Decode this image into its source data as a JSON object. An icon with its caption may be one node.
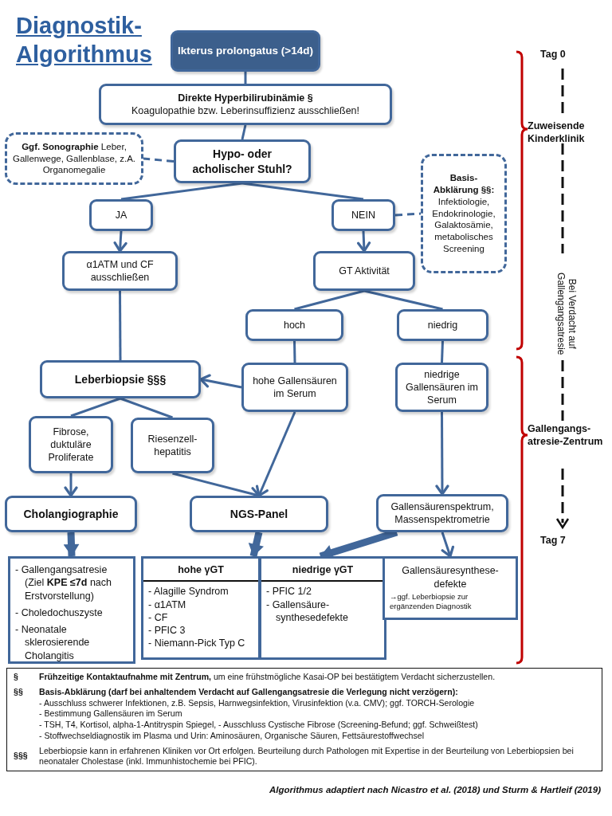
{
  "diagram": {
    "title": "Diagnostik-Algorithmus",
    "caption": "Algorithmus adaptiert nach Nicastro et al. (2018) und Sturm & Hartleif (2019)",
    "nodes": [
      {
        "text": [
          "Ikterus prolongatus (>14d)"
        ]
      },
      {
        "text": [
          "Direkte Hyperbilirubinämie §",
          "Koagulopathie bzw. Leberinsuffizienz ausschließen!"
        ]
      },
      {
        "text": [
          "**Ggf. Sonographie** Leber, Gallenwege, Gallenblase, z.A. Organomegalie"
        ]
      },
      {
        "text": [
          "Hypo- oder acholischer Stuhl?"
        ]
      },
      {
        "text": [
          "JA"
        ]
      },
      {
        "text": [
          "NEIN"
        ]
      },
      {
        "text": [
          "Basis-Abklärung §§:",
          "Infektiologie, Endokrinologie, Galaktosämie, metabolisches Screening"
        ]
      },
      {
        "text": [
          "α1ATM und CF ausschließen"
        ]
      },
      {
        "text": [
          "GT Aktivität"
        ]
      },
      {
        "text": [
          "hoch"
        ]
      },
      {
        "text": [
          "niedrig"
        ]
      },
      {
        "text": [
          "Leberbiopsie §§§"
        ]
      },
      {
        "text": [
          "hohe Gallensäuren im Serum"
        ]
      },
      {
        "text": [
          "niedrige Gallensäuren im Serum"
        ]
      },
      {
        "text": [
          "Fibrose, duktuläre Proliferate"
        ]
      },
      {
        "text": [
          "Riesenzell-hepatitis"
        ]
      },
      {
        "text": [
          "Cholangiographie"
        ]
      },
      {
        "text": [
          "NGS-Panel"
        ]
      },
      {
        "text": [
          "Gallensäurenspektrum, Massenspektrometrie"
        ]
      },
      {
        "text": [
          "- Gallengangsatresie (Ziel **KPE ≤7d** nach Erstvorstellung)",
          "- Choledochuszyste",
          "- Neonatale sklerosierende Cholangitis"
        ]
      },
      {
        "text": [
          "hohe γGT",
          "- Alagille Syndrom",
          "- α1ATM",
          "- CF",
          "- PFIC 3",
          "- Niemann-Pick Typ C"
        ]
      },
      {
        "text": [
          "niedrige γGT",
          "- PFIC 1/2",
          "- Gallensäure-synthesedefekte"
        ]
      },
      {
        "text": [
          "Gallensäuresynthese-defekte",
          "→ggf. Leberbiopsie zur ergänzenden Diagnostik"
        ]
      },
      {
        "text": [
          "§",
          "**Frühzeitige Kontaktaufnahme mit Zentrum,** um eine frühstmögliche Kasai-OP bei bestätigtem Verdacht sicherzustellen.",
          "§§",
          "Basis-Abklärung (darf bei anhaltendem Verdacht auf Gallengangsatresie die Verlegung nicht verzögern):",
          "- Ausschluss schwerer Infektionen, z.B. Sepsis, Harnwegsinfektion, Virusinfektion (v.a. CMV); ggf. TORCH-Serologie",
          "- Bestimmung Gallensäuren im Serum",
          "- TSH, T4, Kortisol, alpha-1-Antitryspin Spiegel, - Ausschluss Cystische Fibrose (Screening-Befund; ggf. Schweißtest)",
          "- Stoffwechseldiagnostik im Plasma und Urin: Aminosäuren, Organische Säuren, Fettsäurestoffwechsel",
          "§§§",
          "Leberbiopsie kann in erfahrenen Kliniken vor Ort erfolgen. Beurteilung durch Pathologen mit Expertise in der Beurteilung von Leberbiopsien bei neonataler Cholestase (inkl. Immunhistochemie bei PFIC)."
        ]
      }
    ],
    "edges": [
      {
        "from": 0,
        "to": 1,
        "arrow": "none"
      },
      {
        "from": 1,
        "to": 3,
        "arrow": "none"
      },
      {
        "from": 3,
        "to": 2,
        "arrow": "none",
        "style": "dashed"
      },
      {
        "from": 3,
        "to": 4,
        "arrow": "none"
      },
      {
        "from": 3,
        "to": 5,
        "arrow": "none"
      },
      {
        "from": 5,
        "to": 6,
        "arrow": "none",
        "style": "dashed"
      },
      {
        "from": 4,
        "to": 7,
        "arrow": "to"
      },
      {
        "from": 5,
        "to": 8,
        "arrow": "to"
      },
      {
        "from": 7,
        "to": 11,
        "arrow": "none"
      },
      {
        "from": 8,
        "to": 9,
        "arrow": "none"
      },
      {
        "from": 8,
        "to": 10,
        "arrow": "none"
      },
      {
        "from": 9,
        "to": 12,
        "arrow": "none"
      },
      {
        "from": 10,
        "to": 13,
        "arrow": "none"
      },
      {
        "from": 12,
        "to": 11,
        "arrow": "to"
      },
      {
        "from": 12,
        "to": 17,
        "arrow": "to"
      },
      {
        "from": 11,
        "to": 14,
        "arrow": "none"
      },
      {
        "from": 11,
        "to": 15,
        "arrow": "none"
      },
      {
        "from": 14,
        "to": 16,
        "arrow": "to"
      },
      {
        "from": 15,
        "to": 17,
        "arrow": "to"
      },
      {
        "from": 13,
        "to": 18,
        "arrow": "to"
      },
      {
        "from": 16,
        "to": 19,
        "arrow": "to",
        "style": "thick"
      },
      {
        "from": 17,
        "to": 20,
        "arrow": "to",
        "style": "thick"
      },
      {
        "from": 18,
        "to": 21,
        "arrow": "to",
        "style": "thick"
      },
      {
        "from": 18,
        "to": 22,
        "arrow": "to"
      }
    ],
    "labels": [
      "Tag 0",
      "Zuweisende Kinderklinik",
      "Bei Verdacht auf Gallengangsatresie",
      "Gallengangs-atresie-Zentrum",
      "Tag 7"
    ]
  }
}
